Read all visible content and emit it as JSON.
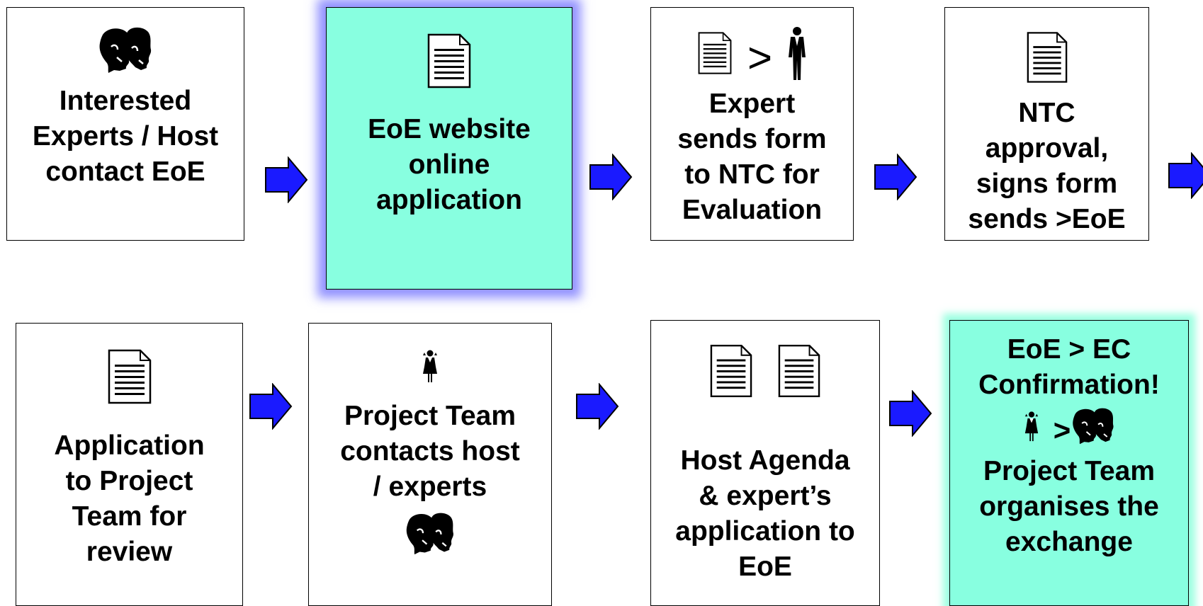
{
  "colors": {
    "arrow_fill": "#1a1aff",
    "highlight_fill": "#88ffe0",
    "glow_blue": "#6e6eff",
    "glow_green": "#8cffdc"
  },
  "steps": {
    "s1": {
      "label": "Interested\nExperts / Host\ncontact EoE",
      "icons": [
        "two-heads-icon"
      ]
    },
    "s2": {
      "label": "EoE website\nonline\napplication",
      "icons": [
        "document-icon"
      ]
    },
    "s3": {
      "symbol": ">",
      "label": "Expert\nsends form\nto NTC for\nEvaluation",
      "icons": [
        "document-icon",
        "man-icon"
      ]
    },
    "s4": {
      "label": "NTC\napproval,\nsigns form\nsends >EoE",
      "icons": [
        "document-icon"
      ]
    },
    "s5": {
      "label": "Application\nto Project\nTeam for\nreview",
      "icons": [
        "document-icon"
      ]
    },
    "s6": {
      "label": "Project Team\ncontacts host\n/ experts",
      "icons": [
        "woman-icon",
        "two-heads-icon"
      ]
    },
    "s7": {
      "label": "Host Agenda\n& expert’s\napplication to\nEoE",
      "icons": [
        "document-icon",
        "document-icon"
      ]
    },
    "s8": {
      "title": "EoE > EC\nConfirmation!",
      "symbol": ">",
      "label": "Project Team\norganises the\nexchange",
      "icons": [
        "woman-icon",
        "two-heads-icon"
      ]
    }
  }
}
